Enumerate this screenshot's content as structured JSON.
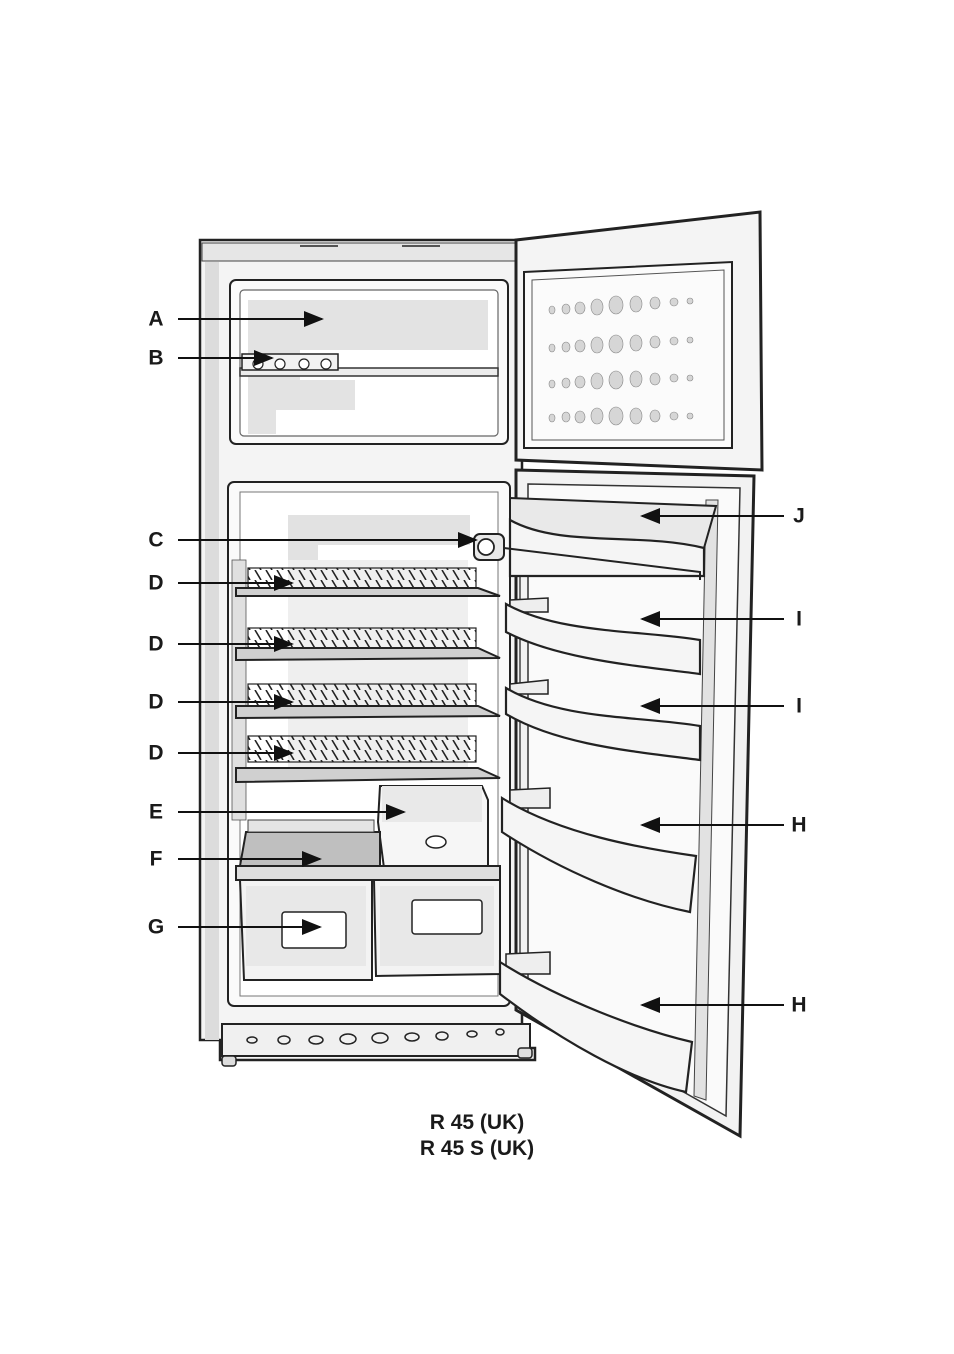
{
  "labels_left": [
    "A",
    "B",
    "C",
    "D",
    "D",
    "D",
    "D",
    "E",
    "F",
    "G"
  ],
  "labels_right": [
    "J",
    "I",
    "I",
    "H",
    "H"
  ],
  "caption": {
    "line1": "R 45 (UK)",
    "line2": "R 45 S (UK)"
  }
}
